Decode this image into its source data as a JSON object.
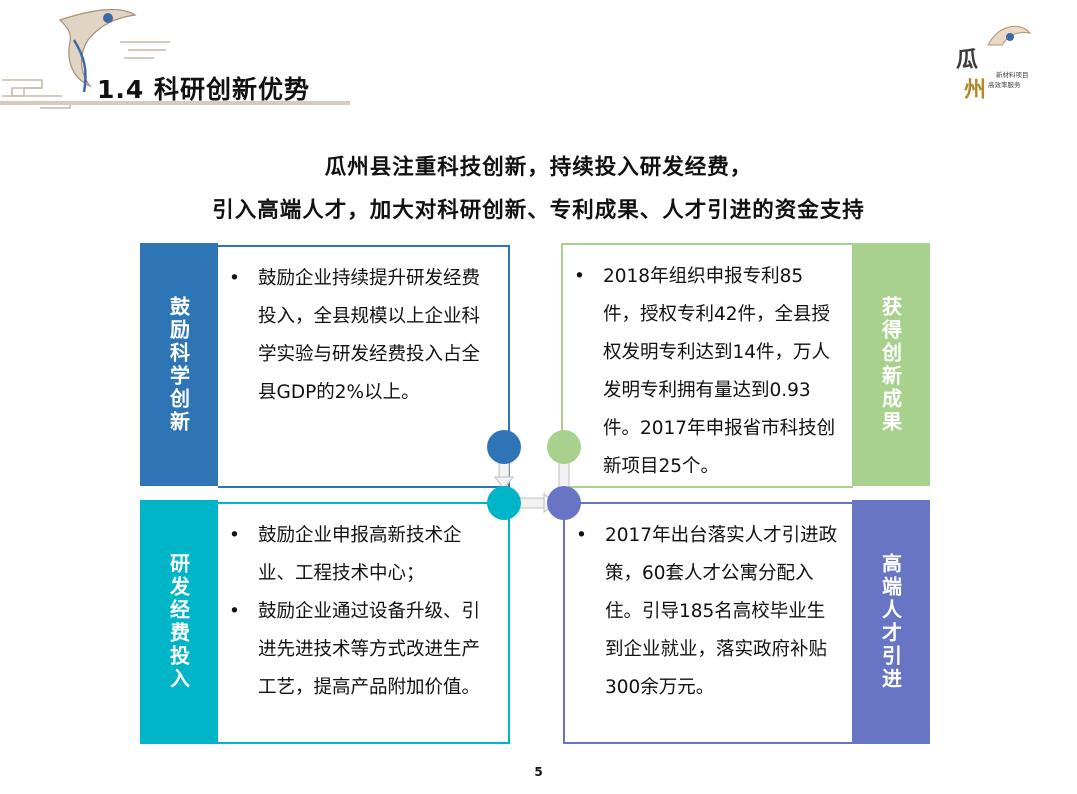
{
  "header": {
    "title": "1.4 科研创新优势"
  },
  "headline": {
    "line1": "瓜州县注重科技创新，持续投入研发经费，",
    "line2": "引入高端人才，加大对科研创新、专利成果、人才引进的资金支持"
  },
  "quadrants": {
    "top_left": {
      "tag": "鼓励科学创新",
      "bullets": [
        "鼓励企业持续提升研发经费投入，全县规模以上企业科学实验与研发经费投入占全县GDP的2%以上。"
      ],
      "color": "#2e75b6"
    },
    "top_right": {
      "tag": "获得创新成果",
      "bullets": [
        "2018年组织申报专利85件，授权专利42件，全县授权发明专利达到14件，万人发明专利拥有量达到0.93件。2017年申报省市科技创新项目25个。"
      ],
      "color": "#a9d18e"
    },
    "bottom_left": {
      "tag": "研发经费投入",
      "bullets": [
        "鼓励企业申报高新技术企业、工程技术中心；",
        "鼓励企业通过设备升级、引进先进技术等方式改进生产工艺，提高产品附加价值。"
      ],
      "color": "#00b5c8"
    },
    "bottom_right": {
      "tag": "高端人才引进",
      "bullets": [
        "2017年出台落实人才引进政策，60套人才公寓分配入住。引导185名高校毕业生到企业就业，落实政府补贴300余万元。"
      ],
      "color": "#6874c4"
    }
  },
  "logos": {
    "brand_seal": "瓜州",
    "brand_slogan": "新材料项目 高效率服务"
  },
  "footer": {
    "page_number": "5"
  }
}
